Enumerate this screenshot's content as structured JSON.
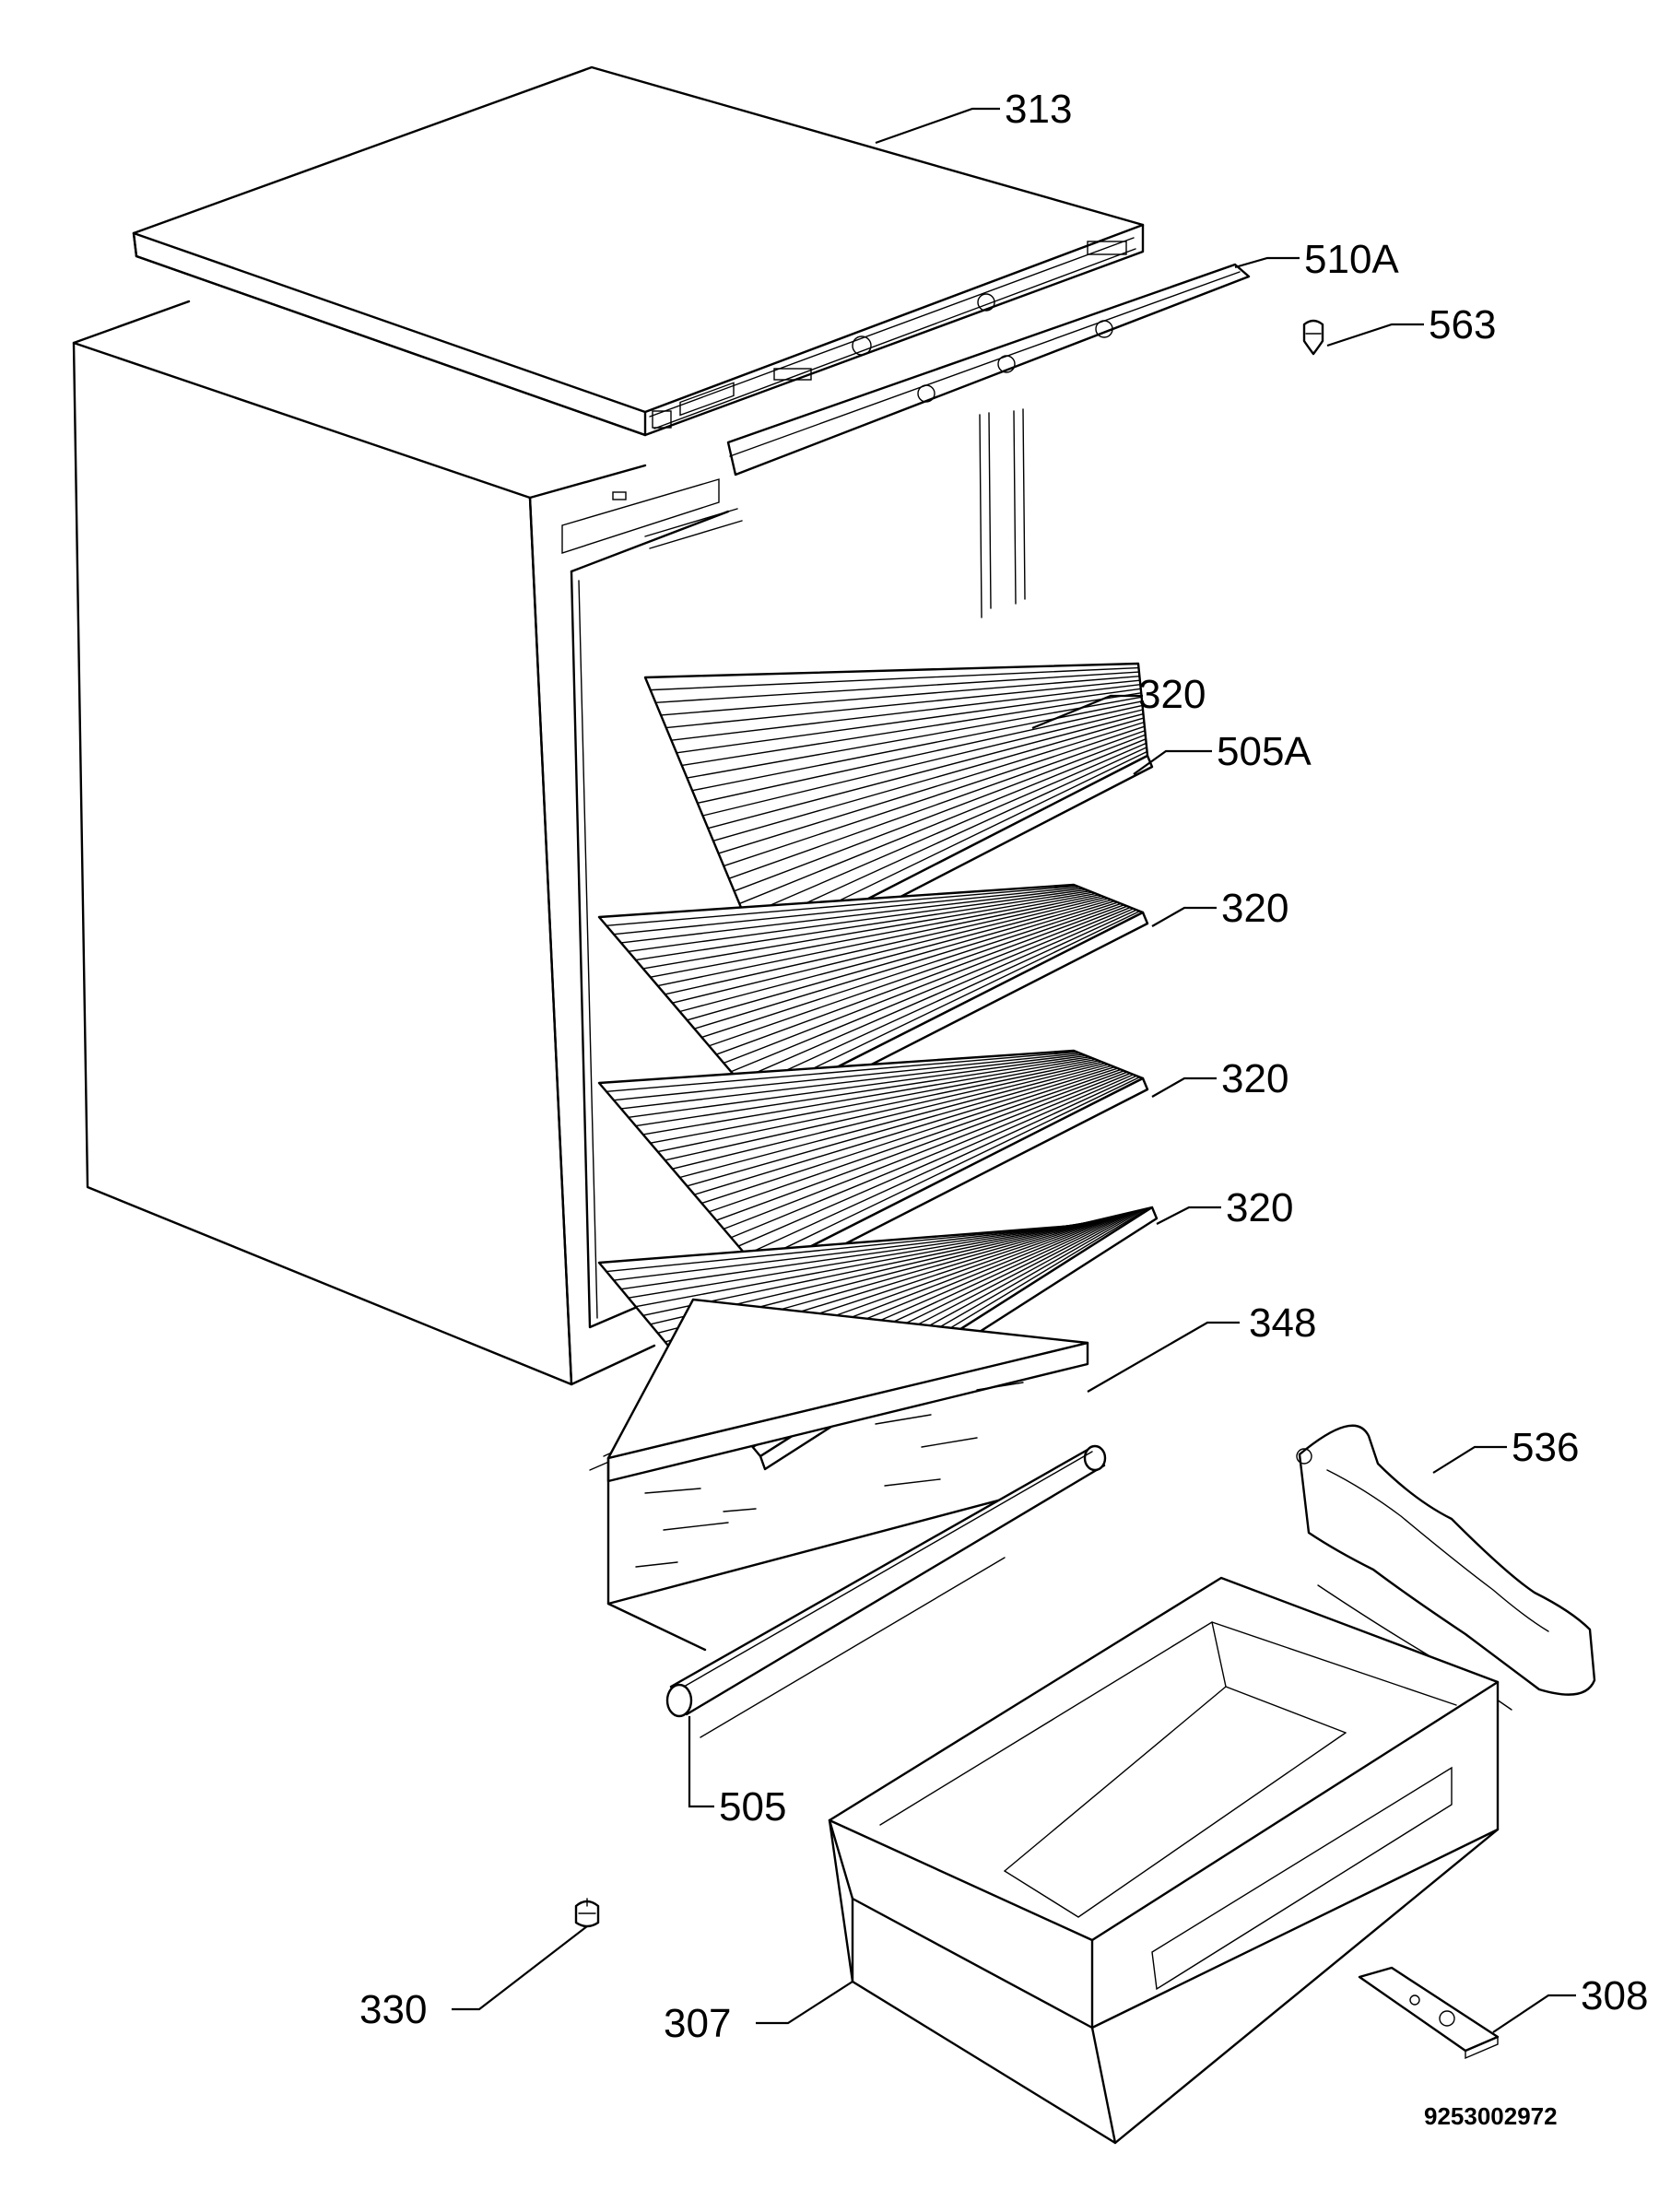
{
  "diagram": {
    "labels": [
      {
        "id": "313-top-cover",
        "text": "313"
      },
      {
        "id": "510a-front-trim",
        "text": "510A"
      },
      {
        "id": "563-pin",
        "text": "563"
      },
      {
        "id": "320-shelf-1",
        "text": "320"
      },
      {
        "id": "505a-shelf-trim",
        "text": "505A"
      },
      {
        "id": "320-shelf-2",
        "text": "320"
      },
      {
        "id": "320-shelf-3",
        "text": "320"
      },
      {
        "id": "320-shelf-4",
        "text": "320"
      },
      {
        "id": "348-glass-plate",
        "text": "348"
      },
      {
        "id": "536-bottle-holder",
        "text": "536"
      },
      {
        "id": "505-shelf-trim",
        "text": "505"
      },
      {
        "id": "330-foot",
        "text": "330"
      },
      {
        "id": "307-crisper-drawer",
        "text": "307"
      },
      {
        "id": "308-hinge-plate",
        "text": "308"
      }
    ],
    "document_number": "9253002972"
  }
}
